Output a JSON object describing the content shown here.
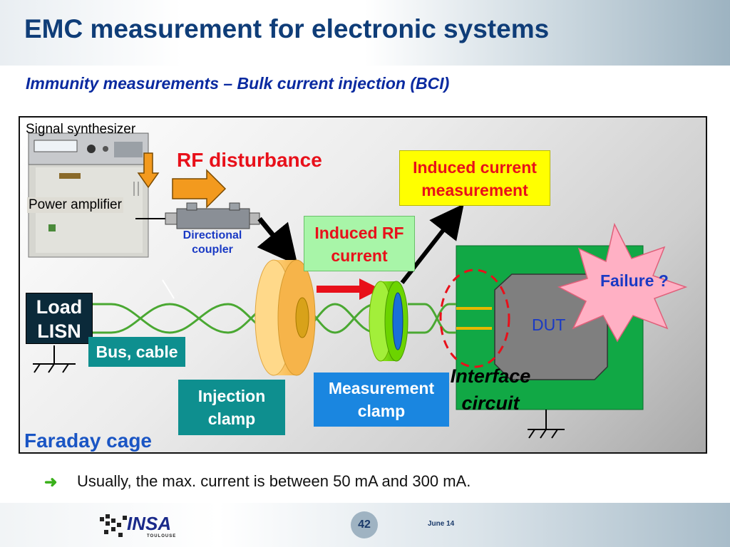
{
  "slide": {
    "title": "EMC measurement for electronic systems",
    "subtitle": "Immunity measurements – Bulk current injection (BCI)"
  },
  "diagram": {
    "signal_synthesizer": "Signal synthesizer",
    "power_amplifier": "Power amplifier",
    "rf_disturbance": "RF disturbance",
    "directional_coupler": [
      "Directional",
      "coupler"
    ],
    "induced_current_measurement": [
      "Induced current",
      "measurement"
    ],
    "induced_rf_current": [
      "Induced RF",
      "current"
    ],
    "failure": "Failure ?",
    "dut": "DUT",
    "load_lisn": [
      "Load",
      "LISN"
    ],
    "bus_cable": "Bus, cable",
    "injection_clamp": [
      "Injection",
      "clamp"
    ],
    "measurement_clamp": [
      "Measurement",
      "clamp"
    ],
    "interface_circuit": [
      "Interface",
      "circuit"
    ],
    "faraday_cage": "Faraday cage"
  },
  "bullet": {
    "text": "Usually, the max. current is between 50 mA and 300 mA."
  },
  "footer": {
    "logo_text": "INSA",
    "logo_subtext": "TOULOUSE",
    "page_number": "42",
    "date": "June 14"
  },
  "colors": {
    "title": "#0f3d78",
    "subtitle": "#0a2aa0",
    "rf_red": "#e8101a",
    "box_yellow": "#ffff00",
    "box_green": "#a8f5a8",
    "teal": "#0e8f8f",
    "blue_box": "#1a86e0",
    "pcb_green": "#11a845"
  }
}
